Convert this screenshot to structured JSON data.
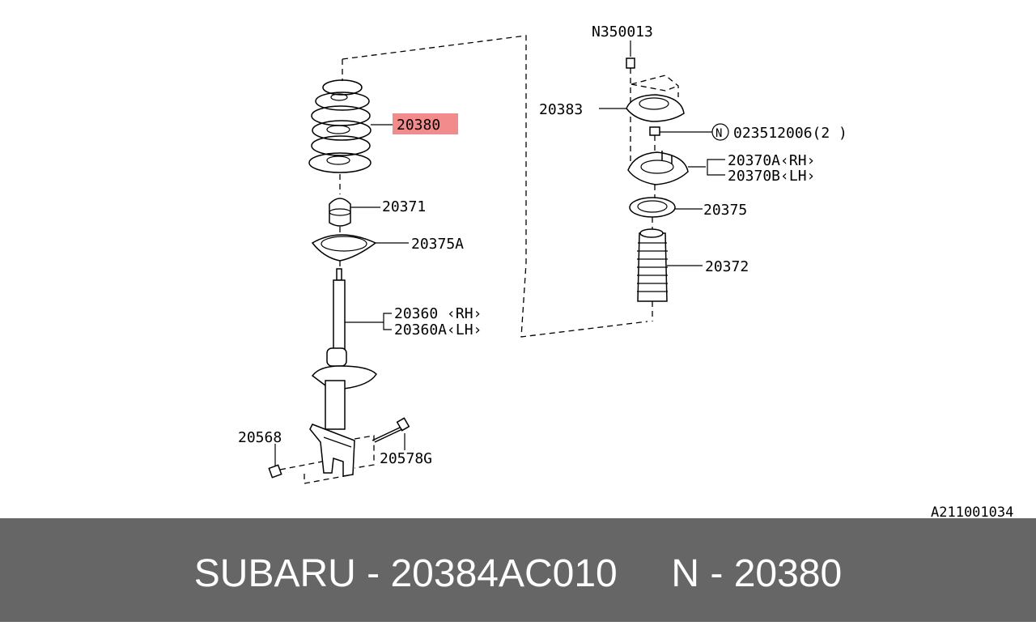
{
  "diagram": {
    "highlight_color": "#f28b8b",
    "parts": [
      {
        "id": "p1",
        "label": "20380",
        "highlighted": true
      },
      {
        "id": "p2",
        "label": "20371"
      },
      {
        "id": "p3",
        "label": "20375A"
      },
      {
        "id": "p4",
        "label": "20360 ‹RH›"
      },
      {
        "id": "p5",
        "label": "20360A‹LH›"
      },
      {
        "id": "p6",
        "label": "20568"
      },
      {
        "id": "p7",
        "label": "20578G"
      },
      {
        "id": "p8",
        "label": "N350013"
      },
      {
        "id": "p9",
        "label": "20383"
      },
      {
        "id": "p10",
        "label": "N"
      },
      {
        "id": "p11",
        "label": "023512006(2 )"
      },
      {
        "id": "p12",
        "label": "20370A‹RH›"
      },
      {
        "id": "p13",
        "label": "20370B‹LH›"
      },
      {
        "id": "p14",
        "label": "20375"
      },
      {
        "id": "p15",
        "label": "20372"
      }
    ],
    "diagram_code": "A211001034"
  },
  "footer": {
    "text": "SUBARU - 20384AC010     N - 20380",
    "background": "#666666",
    "text_color": "#ffffff"
  }
}
